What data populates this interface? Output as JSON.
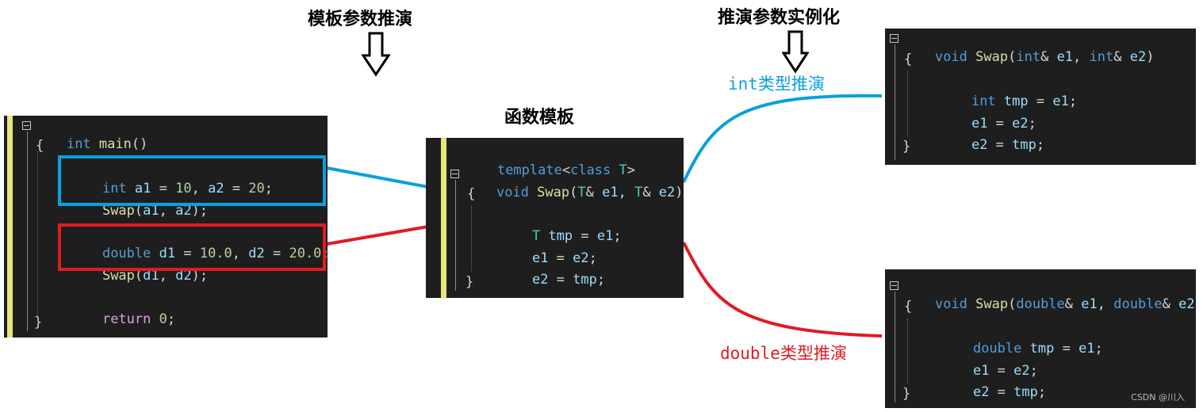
{
  "headings": {
    "deduction": "模板参数推演",
    "instantiation": "推演参数实例化",
    "function_template": "函数模板"
  },
  "labels": {
    "int_deduction": "int类型推演",
    "double_deduction": "double类型推演"
  },
  "colors": {
    "blue": "#0aa0dc",
    "red": "#e01b24"
  },
  "code": {
    "main": {
      "line1": [
        "int",
        " ",
        "main",
        "()"
      ],
      "brace_open": "{",
      "line_int_decl": [
        "int",
        " a1 ",
        "=",
        " ",
        "10",
        ", ",
        "a2",
        " = ",
        "20",
        ";"
      ],
      "line_swap_a": [
        "Swap",
        "(",
        "a1",
        ", ",
        "a2",
        ");"
      ],
      "line_double_decl": [
        "double",
        " d1 ",
        "=",
        " ",
        "10.0",
        ", ",
        "d2",
        " = ",
        "20.0",
        ";"
      ],
      "line_swap_d": [
        "Swap",
        "(",
        "d1",
        ", ",
        "d2",
        ");"
      ],
      "line_return": [
        "return",
        " ",
        "0",
        ";"
      ],
      "brace_close": "}"
    },
    "template": {
      "line_template": [
        "template",
        "<",
        "class",
        " ",
        "T",
        ">"
      ],
      "line_sig": [
        "void",
        " ",
        "Swap",
        "(",
        "T",
        "& ",
        "e1",
        ", ",
        "T",
        "& ",
        "e2",
        ")"
      ],
      "brace_open": "{",
      "line1": [
        "T",
        " ",
        "tmp",
        " = ",
        "e1",
        ";"
      ],
      "line2": [
        "e1",
        " = ",
        "e2",
        ";"
      ],
      "line3": [
        "e2",
        " = ",
        "tmp",
        ";"
      ],
      "brace_close": "}"
    },
    "swap_int": {
      "line_sig": [
        "void",
        " ",
        "Swap",
        "(",
        "int",
        "& ",
        "e1",
        ", ",
        "int",
        "& ",
        "e2",
        ")"
      ],
      "brace_open": "{",
      "line1": [
        "int",
        " ",
        "tmp",
        " = ",
        "e1",
        ";"
      ],
      "line2": [
        "e1",
        " = ",
        "e2",
        ";"
      ],
      "line3": [
        "e2",
        " = ",
        "tmp",
        ";"
      ],
      "brace_close": "}"
    },
    "swap_double": {
      "line_sig": [
        "void",
        " ",
        "Swap",
        "(",
        "double",
        "& ",
        "e1",
        ", ",
        "double",
        "& ",
        "e2",
        ")"
      ],
      "brace_open": "{",
      "line1": [
        "double",
        " ",
        "tmp",
        " = ",
        "e1",
        ";"
      ],
      "line2": [
        "e1",
        " = ",
        "e2",
        ";"
      ],
      "line3": [
        "e2",
        " = ",
        "tmp",
        ";"
      ],
      "brace_close": "}"
    }
  },
  "watermark": "CSDN @川入"
}
